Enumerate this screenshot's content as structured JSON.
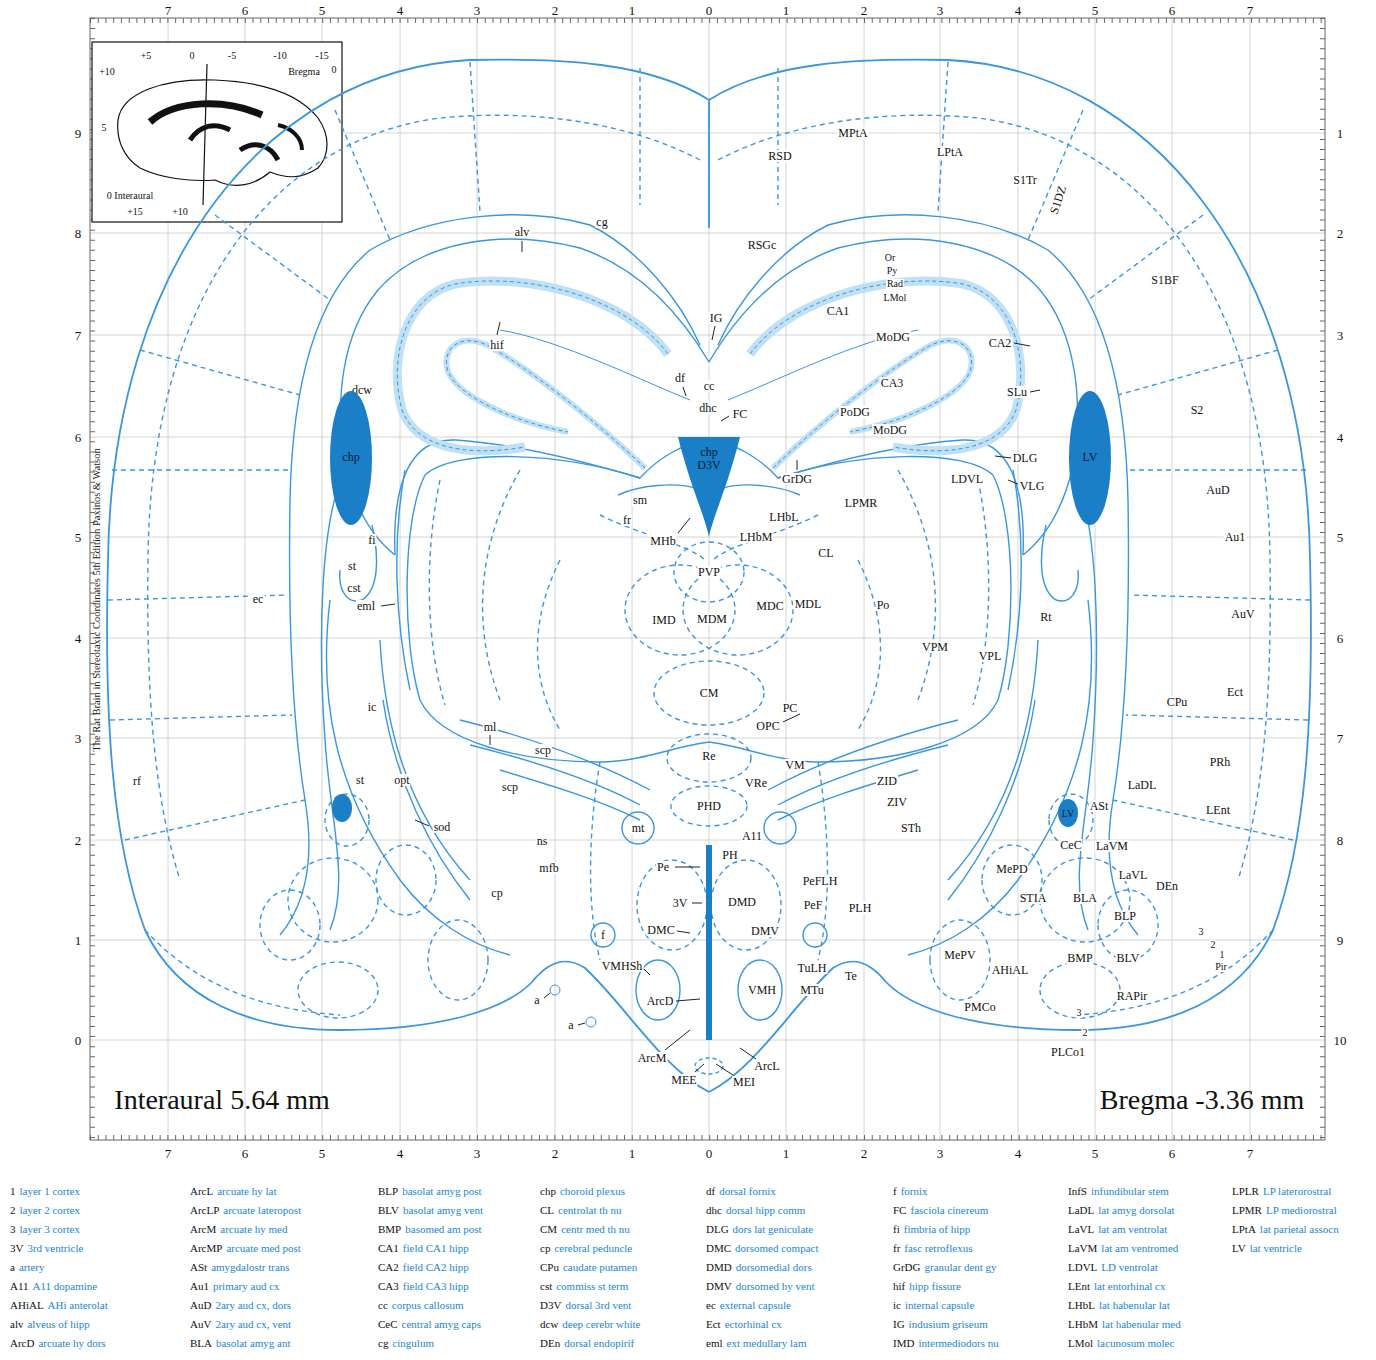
{
  "diagram": {
    "nodes": [
      {
        "text": [
          "chp"
        ]
      },
      {
        "text": [
          "chp",
          "D3V"
        ]
      },
      {
        "text": [
          "LV"
        ]
      },
      {
        "text": [
          "LV"
        ]
      }
    ],
    "labels": [
      "7",
      "6",
      "5",
      "4",
      "3",
      "2",
      "1",
      "0",
      "1",
      "2",
      "3",
      "4",
      "5",
      "6",
      "7",
      "7",
      "6",
      "5",
      "4",
      "3",
      "2",
      "1",
      "0",
      "1",
      "2",
      "3",
      "4",
      "5",
      "6",
      "7",
      "9",
      "8",
      "7",
      "6",
      "5",
      "4",
      "3",
      "2",
      "1",
      "0",
      "1",
      "2",
      "3",
      "4",
      "5",
      "6",
      "7",
      "8",
      "9",
      "10",
      "+5",
      "0",
      "-5",
      "-10",
      "-15",
      "+10",
      "Bregma",
      "0",
      "5",
      "0 Interaural",
      "+15",
      "+10",
      "Interaural 5.64 mm",
      "Bregma -3.36 mm",
      "The Rat Brain in Stereotaxic Coordinates 5th Edition Paxinos & Watson",
      "cg",
      "alv",
      "hif",
      "dcw",
      "fi",
      "st",
      "cst",
      "ec",
      "eml",
      "ic",
      "ml",
      "scp",
      "scp",
      "rf",
      "st",
      "opt",
      "sod",
      "ns",
      "mfb",
      "cp",
      "mt",
      "f",
      "a",
      "a",
      "fr",
      "sm",
      "MHb",
      "IG",
      "df",
      "cc",
      "dhc",
      "FC",
      "LHbM",
      "LHbL",
      "PVP",
      "IMD",
      "MDM",
      "MDC",
      "MDL",
      "CL",
      "PC",
      "OPC",
      "CM",
      "Re",
      "VRe",
      "VM",
      "PHD",
      "A11",
      "Pe",
      "PH",
      "3V",
      "DMD",
      "DMC",
      "DMV",
      "VMHSh",
      "ArcD",
      "VMH",
      "TuLH",
      "MTu",
      "Te",
      "PeFLH",
      "PeF",
      "PLH",
      "ArcM",
      "MEE",
      "MEI",
      "ArcL",
      "RSGc",
      "RSD",
      "MPtA",
      "LPtA",
      "S1Tr",
      "S1DZ",
      "S1BF",
      "Or",
      "Py",
      "Rad",
      "LMol",
      "MoDG",
      "CA1",
      "CA2",
      "CA3",
      "SLu",
      "PoDG",
      "MoDG",
      "GrDG",
      "LPMR",
      "LDVL",
      "DLG",
      "VLG",
      "S2",
      "AuD",
      "Au1",
      "AuV",
      "Po",
      "VPM",
      "VPL",
      "Rt",
      "CPu",
      "Ect",
      "PRh",
      "ZID",
      "ZIV",
      "STh",
      "LaDL",
      "LEnt",
      "ASt",
      "CeC",
      "LaVM",
      "LaVL",
      "DEn",
      "MePD",
      "STIA",
      "BLA",
      "BLP",
      "MePV",
      "BMP",
      "BLV",
      "AHiAL",
      "3",
      "2",
      "1",
      "Pir",
      "PMCo",
      "RAPir",
      "3",
      "2",
      "PLCo1",
      "1",
      "layer 1 cortex",
      "2",
      "layer 2 cortex",
      "3",
      "layer 3 cortex",
      "3V",
      "3rd ventricle",
      "a",
      "artery",
      "A11",
      "A11 dopamine",
      "AHiAL",
      "AHi anterolat",
      "alv",
      "alveus of hipp",
      "ArcD",
      "arcuate hy dors",
      "ArcL",
      "arcuate hy lat",
      "ArcLP",
      "arcuate lateropost",
      "ArcM",
      "arcuate hy med",
      "ArcMP",
      "arcuate med post",
      "ASt",
      "amygdalostr trans",
      "Au1",
      "primary aud cx",
      "AuD",
      "2ary aud cx, dors",
      "AuV",
      "2ary aud cx, vent",
      "BLA",
      "basolat amyg ant",
      "BLP",
      "basolat amyg post",
      "BLV",
      "basolat amyg vent",
      "BMP",
      "basomed am post",
      "CA1",
      "field CA1 hipp",
      "CA2",
      "field CA2 hipp",
      "CA3",
      "field CA3 hipp",
      "cc",
      "corpus callosum",
      "CeC",
      "central amyg caps",
      "cg",
      "cingulum",
      "chp",
      "choroid plexus",
      "CL",
      "centrolat th nu",
      "CM",
      "centr med th nu",
      "cp",
      "cerebral peduncle",
      "CPu",
      "caudate putamen",
      "cst",
      "commiss st term",
      "D3V",
      "dorsal 3rd vent",
      "dcw",
      "deep cerebr white",
      "DEn",
      "dorsal endopirif",
      "df",
      "dorsal fornix",
      "dhc",
      "dorsal hipp comm",
      "DLG",
      "dors lat geniculate",
      "DMC",
      "dorsomed compact",
      "DMD",
      "dorsomedial dors",
      "DMV",
      "dorsomed hy vent",
      "ec",
      "external capsule",
      "Ect",
      "ectorhinal cx",
      "eml",
      "ext medullary lam",
      "f",
      "fornix",
      "FC",
      "fasciola cinereum",
      "fi",
      "fimbria of hipp",
      "fr",
      "fasc retroflexus",
      "GrDG",
      "granular dent gy",
      "hif",
      "hipp fissure",
      "ic",
      "internal capsule",
      "IG",
      "indusium griseum",
      "IMD",
      "intermediodors nu",
      "InfS",
      "infundibular stem",
      "LaDL",
      "lat amyg dorsolat",
      "LaVL",
      "lat am ventrolat",
      "LaVM",
      "lat am ventromed",
      "LDVL",
      "LD ventrolat",
      "LEnt",
      "lat entorhinal cx",
      "LHbL",
      "lat habenular lat",
      "LHbM",
      "lat habenular med",
      "LMol",
      "lacunosum molec",
      "LPLR",
      "LP laterorostral",
      "LPMR",
      "LP mediorostral",
      "LPtA",
      "lat parietal assocn",
      "LV",
      "lat ventricle"
    ]
  }
}
